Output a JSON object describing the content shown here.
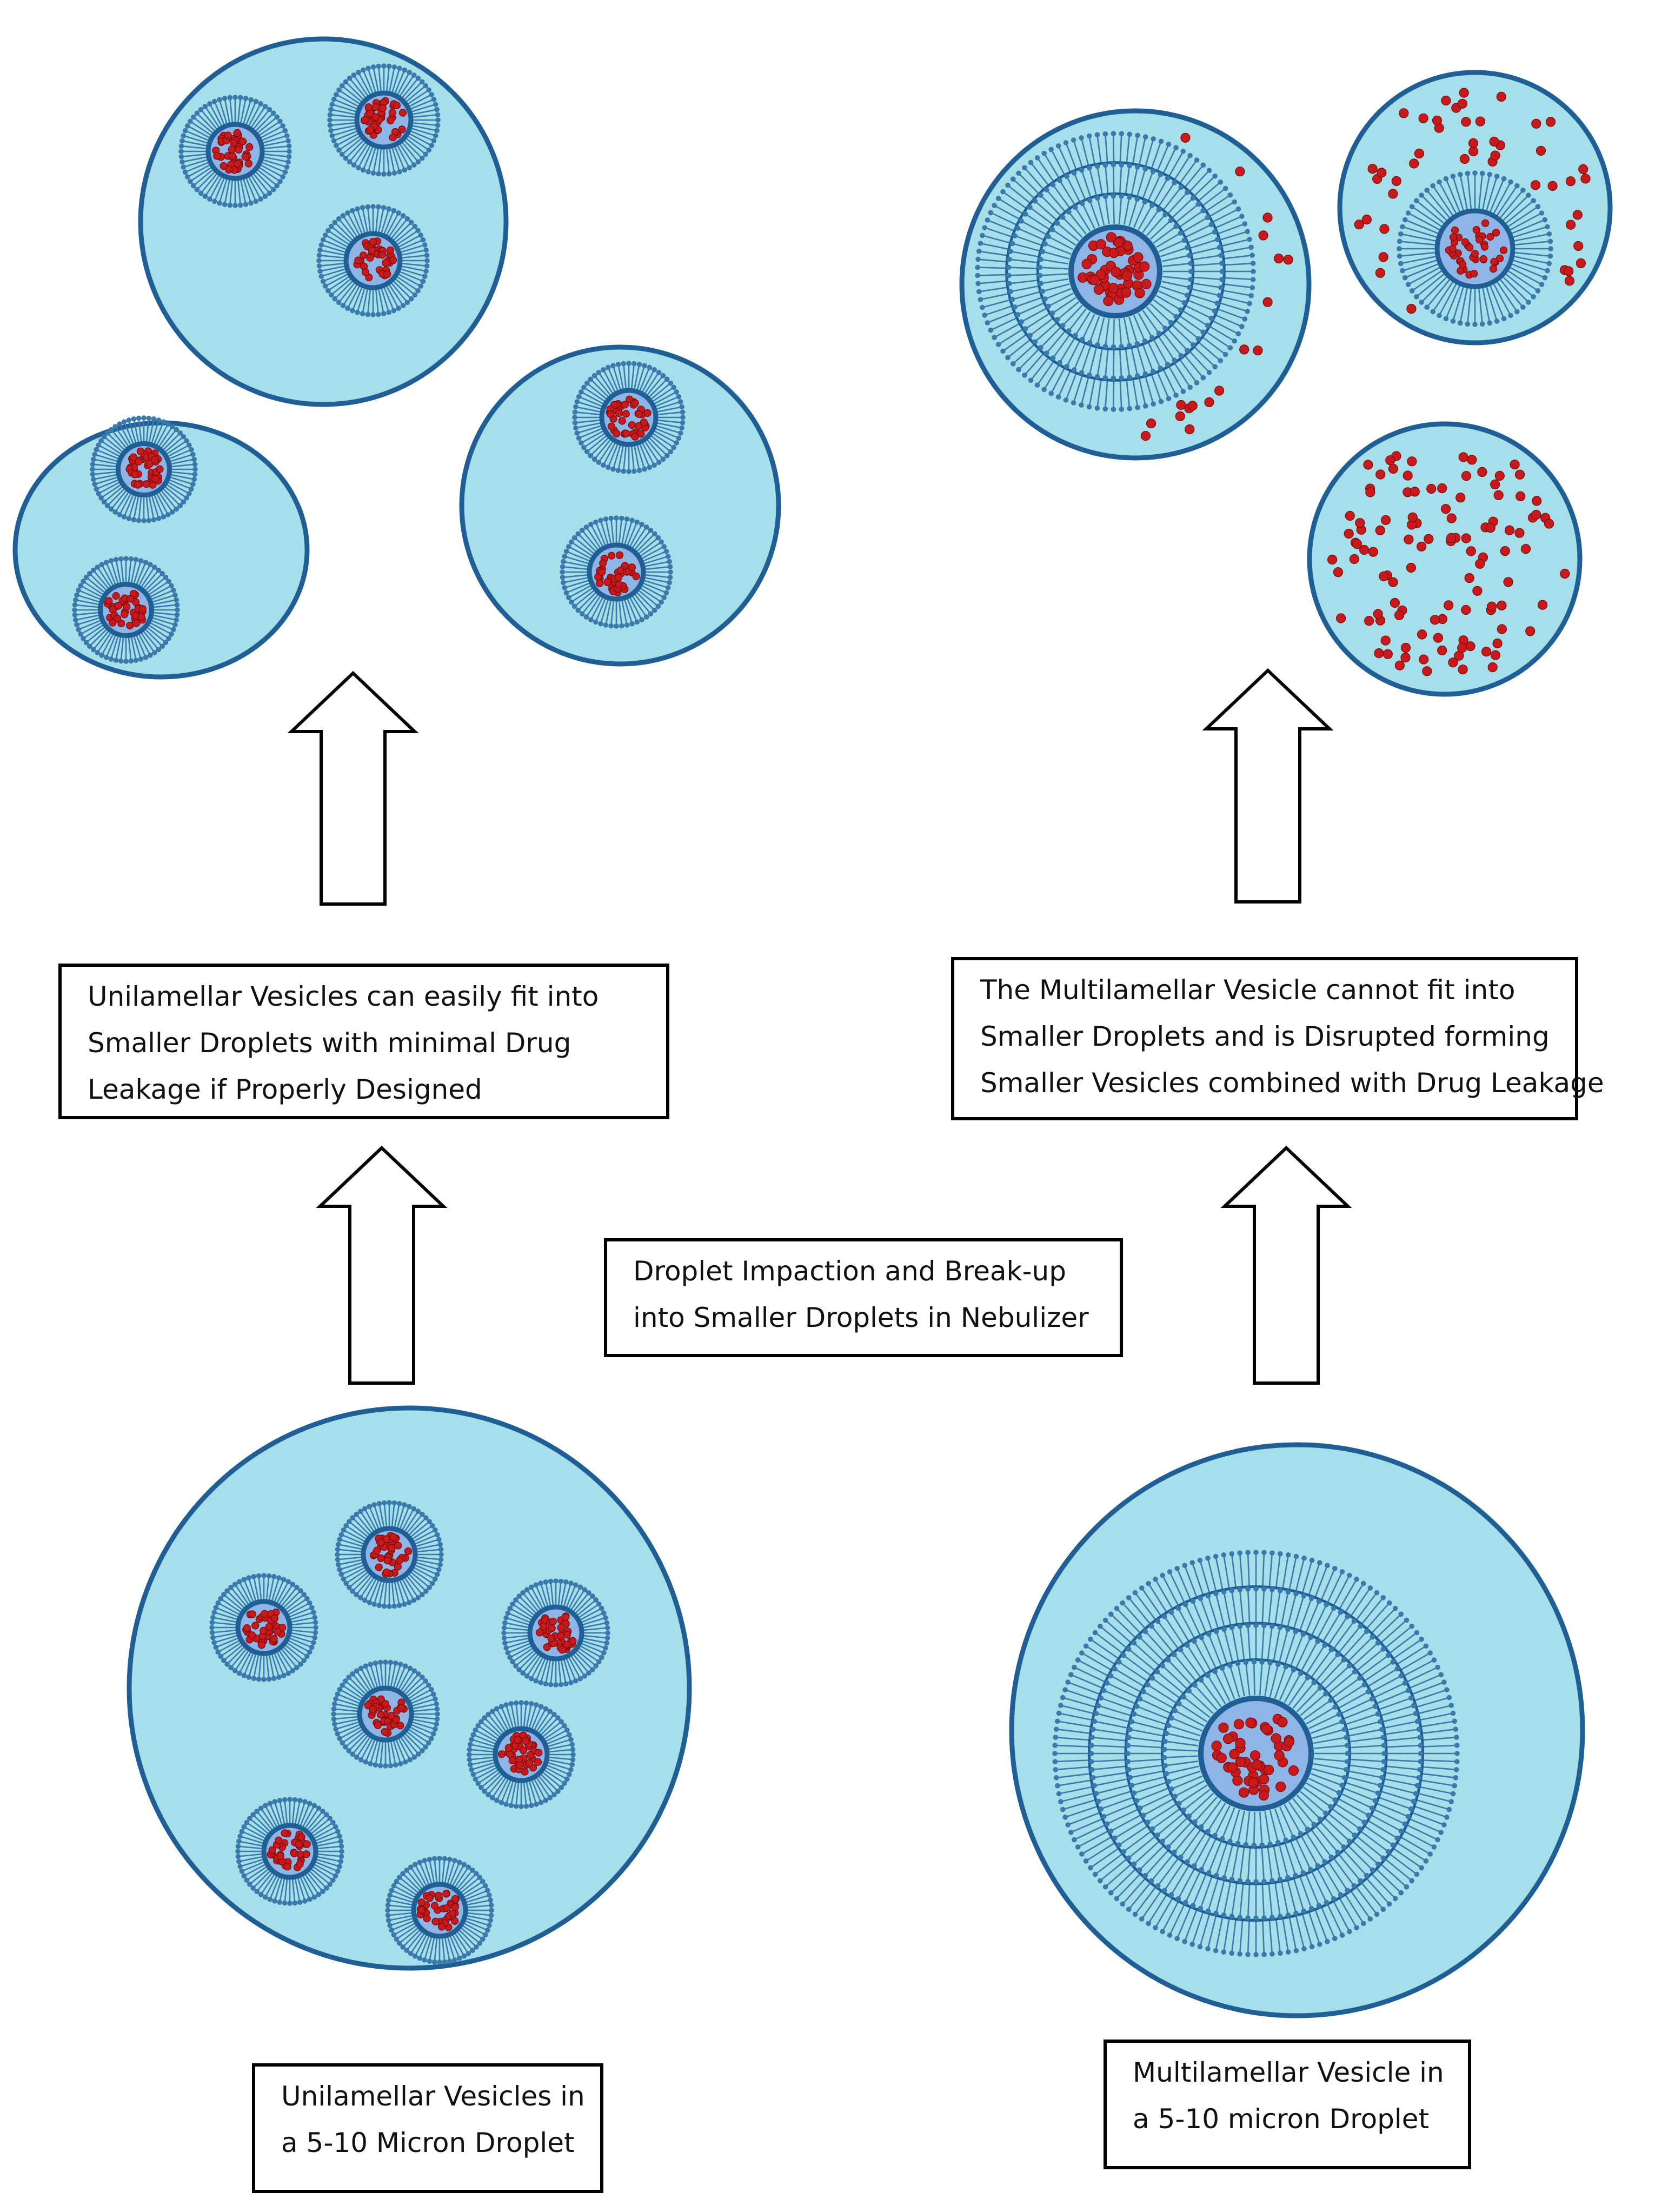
{
  "colors": {
    "droplet_fill": "#a6deea",
    "droplet_stroke": "#1f5f95",
    "lipid": "#3a79ab",
    "vesicle_core": "#8fb4e6",
    "drug": "#c8191c",
    "drug_stroke": "#7a0a0a",
    "arrow_fill": "#ffffff",
    "arrow_stroke": "#000000"
  },
  "labels": {
    "uni_result": [
      "Unilamellar Vesicles can easily fit into",
      "Smaller Droplets with minimal Drug",
      "Leakage if Properly Designed"
    ],
    "multi_result": [
      "The Multilamellar Vesicle cannot fit into",
      "Smaller Droplets and is Disrupted forming",
      "Smaller Vesicles combined with Drug Leakage"
    ],
    "process": [
      "Droplet Impaction and Break-up",
      "into Smaller Droplets in Nebulizer"
    ],
    "uni_start": [
      "Unilamellar Vesicles in",
      "a 5-10 Micron Droplet"
    ],
    "multi_start": [
      "Multilamellar Vesicle in",
      "a 5-10 micron Droplet"
    ]
  },
  "icons": [
    "droplet-icon",
    "unilamellar-vesicle-icon",
    "multilamellar-vesicle-icon",
    "drug-molecule-icon",
    "up-arrow-icon"
  ]
}
